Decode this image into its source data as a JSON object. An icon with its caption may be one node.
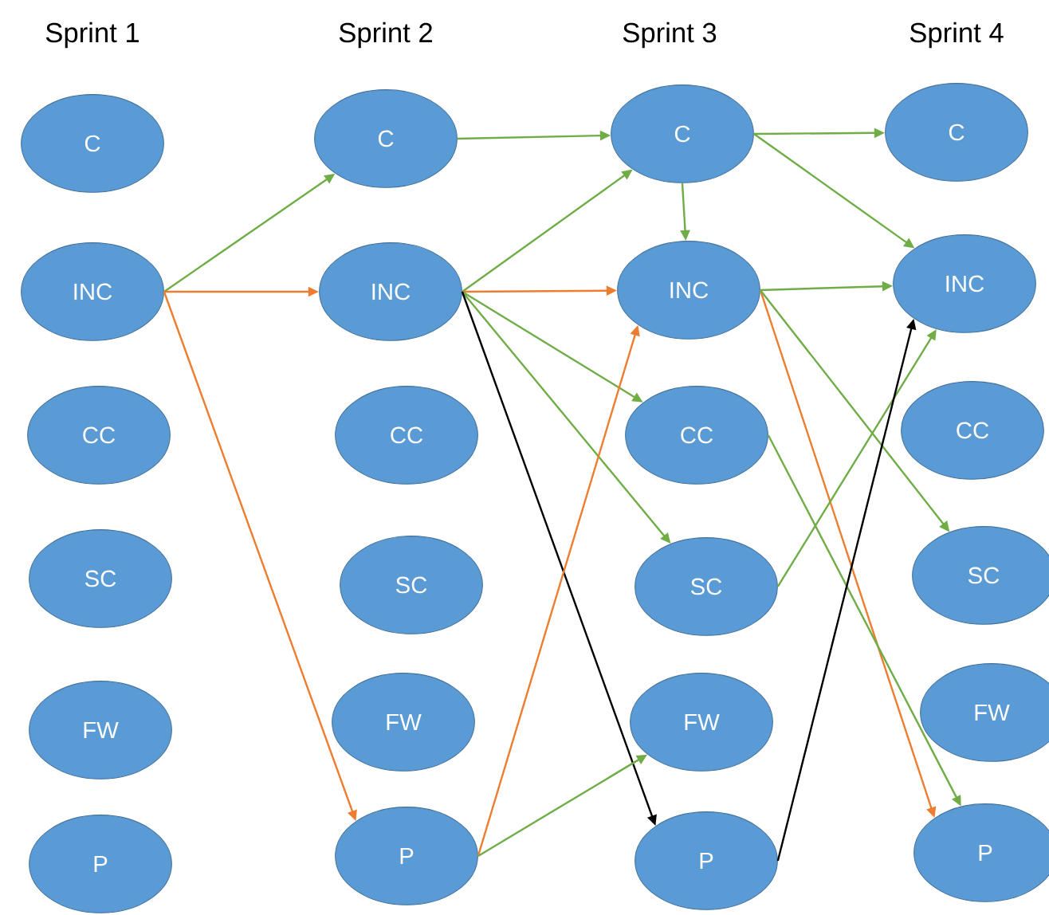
{
  "diagram": {
    "nodes": [
      {
        "text": [
          "C"
        ]
      },
      {
        "text": [
          "INC"
        ]
      },
      {
        "text": [
          "CC"
        ]
      },
      {
        "text": [
          "SC"
        ]
      },
      {
        "text": [
          "FW"
        ]
      },
      {
        "text": [
          "P"
        ]
      },
      {
        "text": [
          "C"
        ]
      },
      {
        "text": [
          "INC"
        ]
      },
      {
        "text": [
          "CC"
        ]
      },
      {
        "text": [
          "SC"
        ]
      },
      {
        "text": [
          "FW"
        ]
      },
      {
        "text": [
          "P"
        ]
      },
      {
        "text": [
          "C"
        ]
      },
      {
        "text": [
          "INC"
        ]
      },
      {
        "text": [
          "CC"
        ]
      },
      {
        "text": [
          "SC"
        ]
      },
      {
        "text": [
          "FW"
        ]
      },
      {
        "text": [
          "P"
        ]
      },
      {
        "text": [
          "C"
        ]
      },
      {
        "text": [
          "INC"
        ]
      },
      {
        "text": [
          "CC"
        ]
      },
      {
        "text": [
          "SC"
        ]
      },
      {
        "text": [
          "FW"
        ]
      },
      {
        "text": [
          "P"
        ]
      }
    ],
    "edges": [
      {
        "from": 1,
        "to": 6,
        "arrow": "to"
      },
      {
        "from": 1,
        "to": 7,
        "arrow": "to",
        "color": "#ed7d31"
      },
      {
        "from": 1,
        "to": 11,
        "arrow": "to",
        "color": "#ed7d31"
      },
      {
        "from": 6,
        "to": 12,
        "arrow": "to"
      },
      {
        "from": 7,
        "to": 12,
        "arrow": "to"
      },
      {
        "from": 7,
        "to": 13,
        "arrow": "to",
        "color": "#ed7d31"
      },
      {
        "from": 7,
        "to": 14,
        "arrow": "to"
      },
      {
        "from": 7,
        "to": 15,
        "arrow": "to"
      },
      {
        "from": 7,
        "to": 17,
        "arrow": "to",
        "color": "#000000"
      },
      {
        "from": 11,
        "to": 13,
        "arrow": "to",
        "color": "#ed7d31"
      },
      {
        "from": 11,
        "to": 16,
        "arrow": "to"
      },
      {
        "from": 12,
        "to": 18,
        "arrow": "to"
      },
      {
        "from": 12,
        "to": 13,
        "arrow": "to"
      },
      {
        "from": 12,
        "to": 19,
        "arrow": "to"
      },
      {
        "from": 13,
        "to": 19,
        "arrow": "to"
      },
      {
        "from": 13,
        "to": 23,
        "arrow": "to",
        "color": "#ed7d31"
      },
      {
        "from": 13,
        "to": 21,
        "arrow": "to"
      },
      {
        "from": 14,
        "to": 23,
        "arrow": "to"
      },
      {
        "from": 15,
        "to": 19,
        "arrow": "to"
      },
      {
        "from": 17,
        "to": 19,
        "arrow": "to",
        "color": "#000000"
      }
    ],
    "labels": [
      "Sprint 1",
      "Sprint 2",
      "Sprint 3",
      "Sprint 4"
    ]
  }
}
